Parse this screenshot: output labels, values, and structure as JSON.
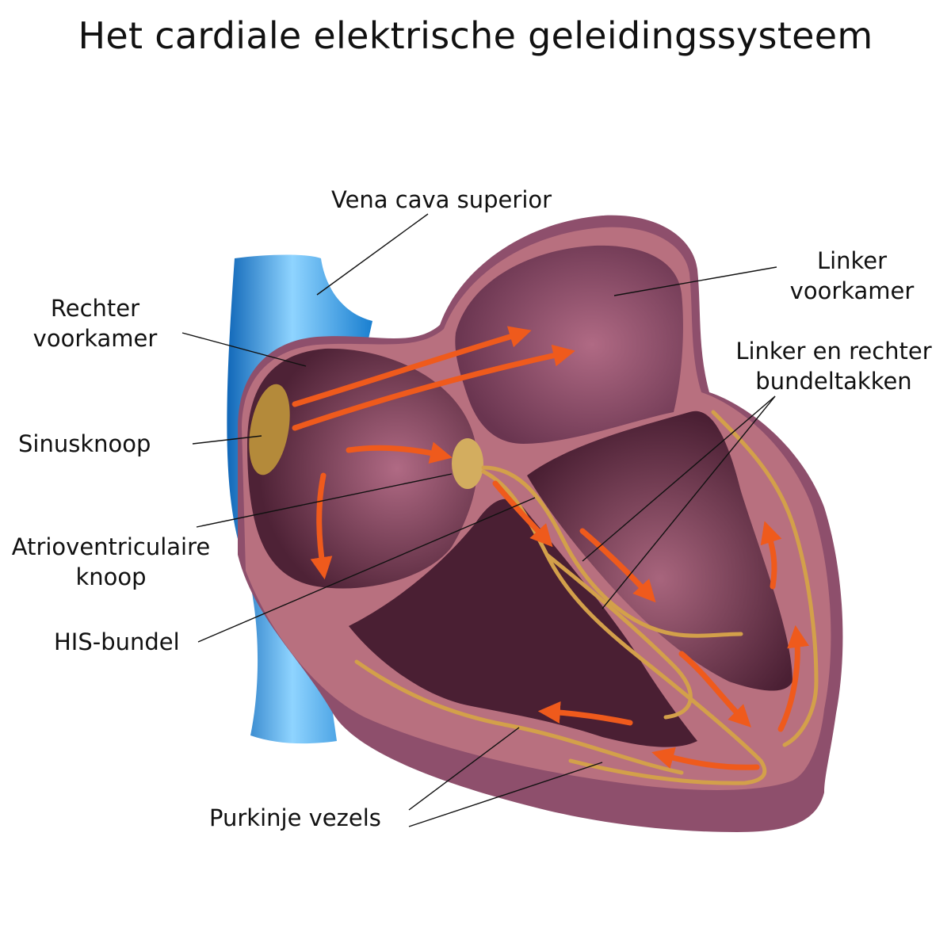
{
  "title": "Het cardiale elektrische geleidingssysteem",
  "labels": {
    "vena_cava": "Vena cava superior",
    "rechter_voorkamer": [
      "Rechter",
      "voorkamer"
    ],
    "linker_voorkamer": [
      "Linker",
      "voorkamer"
    ],
    "bundeltakken": [
      "Linker en rechter",
      "bundeltakken"
    ],
    "sinusknoop": "Sinusknoop",
    "av_knoop": [
      "Atrioventriculaire",
      "knoop"
    ],
    "his_bundel": "HIS-bundel",
    "purkinje": "Purkinje vezels"
  },
  "colors": {
    "heart_outer": "#8e4f6c",
    "heart_wall": "#b8707f",
    "chamber": "#4e2236",
    "chamber_light": "#a8657d",
    "vein": "#1a7fd0",
    "node": "#b48a3a",
    "fiber": "#d3a04a",
    "arrow": "#f0601e"
  }
}
